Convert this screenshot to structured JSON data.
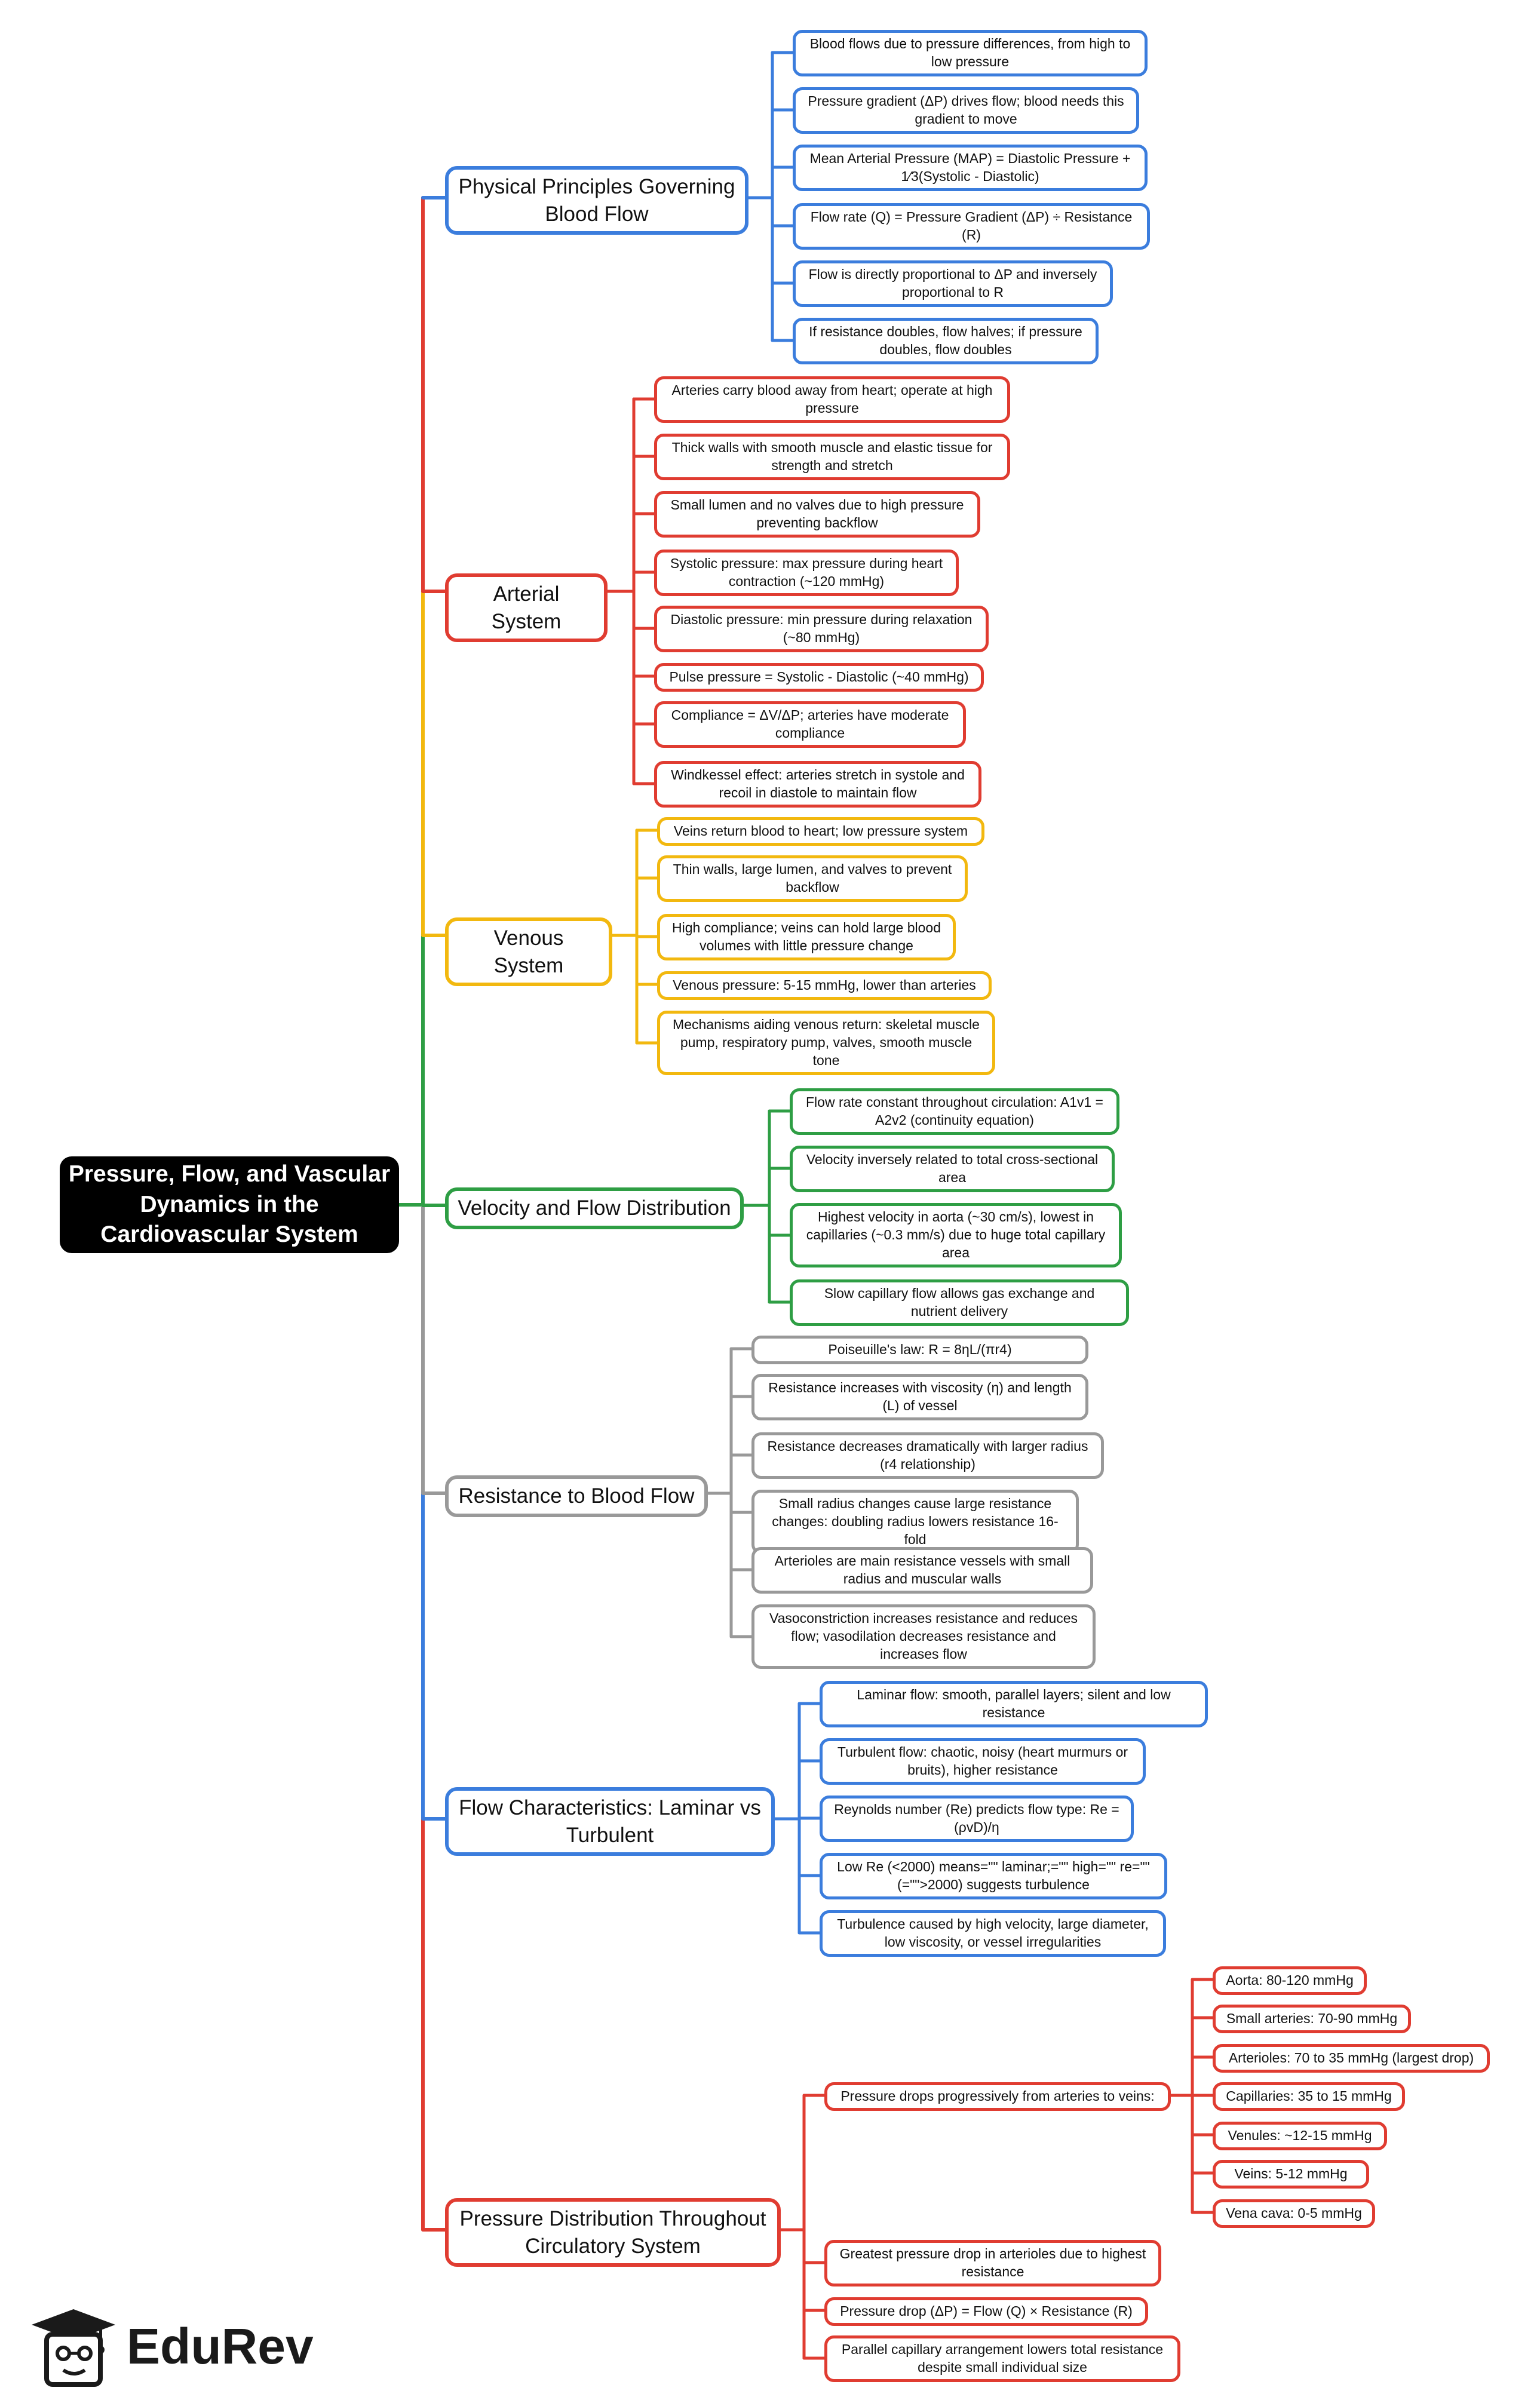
{
  "root": {
    "label": "Pressure, Flow, and Vascular Dynamics in the Cardiovascular System"
  },
  "colors": {
    "blue": "#3b7ddd",
    "red": "#e03c31",
    "yellow": "#f2b80f",
    "green": "#2e9e44",
    "gray": "#999999"
  },
  "branches": [
    {
      "id": "physical-principles",
      "color": "blue",
      "label": "Physical Principles Governing Blood Flow",
      "items": [
        "Blood flows due to pressure differences, from high to low pressure",
        "Pressure gradient (ΔP) drives flow; blood needs this gradient to move",
        "Mean Arterial Pressure (MAP) = Diastolic Pressure + 1⁄3(Systolic - Diastolic)",
        "Flow rate (Q) = Pressure Gradient (ΔP) ÷ Resistance (R)",
        "Flow is directly proportional to ΔP and inversely proportional to R",
        "If resistance doubles, flow halves; if pressure doubles, flow doubles"
      ]
    },
    {
      "id": "arterial-system",
      "color": "red",
      "label": "Arterial System",
      "items": [
        "Arteries carry blood away from heart; operate at high pressure",
        "Thick walls with smooth muscle and elastic tissue for strength and stretch",
        "Small lumen and no valves due to high pressure preventing backflow",
        "Systolic pressure: max pressure during heart contraction (~120 mmHg)",
        "Diastolic pressure: min pressure during relaxation (~80 mmHg)",
        "Pulse pressure = Systolic - Diastolic (~40 mmHg)",
        "Compliance = ΔV/ΔP; arteries have moderate compliance",
        "Windkessel effect: arteries stretch in systole and recoil in diastole to maintain flow"
      ]
    },
    {
      "id": "venous-system",
      "color": "yellow",
      "label": "Venous System",
      "items": [
        "Veins return blood to heart; low pressure system",
        "Thin walls, large lumen, and valves to prevent backflow",
        "High compliance; veins can hold large blood volumes with little pressure change",
        "Venous pressure: 5-15 mmHg, lower than arteries",
        "Mechanisms aiding venous return: skeletal muscle pump, respiratory pump, valves, smooth muscle tone"
      ]
    },
    {
      "id": "velocity-flow",
      "color": "green",
      "label": "Velocity and Flow Distribution",
      "items": [
        "Flow rate constant throughout circulation: A1v1 = A2v2 (continuity equation)",
        "Velocity inversely related to total cross-sectional area",
        "Highest velocity in aorta (~30 cm/s), lowest in capillaries (~0.3 mm/s) due to huge total capillary area",
        "Slow capillary flow allows gas exchange and nutrient delivery"
      ]
    },
    {
      "id": "resistance",
      "color": "gray",
      "label": "Resistance to Blood Flow",
      "items": [
        "Poiseuille's law: R = 8ηL/(πr4)",
        "Resistance increases with viscosity (η) and length (L) of vessel",
        "Resistance decreases dramatically with larger radius (r4 relationship)",
        "Small radius changes cause large resistance changes: doubling radius lowers resistance 16-fold",
        "Arterioles are main resistance vessels with small radius and muscular walls",
        "Vasoconstriction increases resistance and reduces flow; vasodilation decreases resistance and increases flow"
      ]
    },
    {
      "id": "flow-characteristics",
      "color": "blue",
      "label": "Flow Characteristics: Laminar vs Turbulent",
      "items": [
        "Laminar flow: smooth, parallel layers; silent and low resistance",
        "Turbulent flow: chaotic, noisy (heart murmurs or bruits), higher resistance",
        "Reynolds number (Re) predicts flow type: Re = (ρvD)/η",
        "Low Re (<2000) means=\"\" laminar;=\"\" high=\"\" re=\"\" (=\"\">2000) suggests turbulence",
        "Turbulence caused by high velocity, large diameter, low viscosity, or vessel irregularities"
      ]
    },
    {
      "id": "pressure-distribution",
      "color": "red",
      "label": "Pressure Distribution Throughout Circulatory System",
      "items": [
        "Pressure drops progressively from arteries to veins:",
        "Greatest pressure drop in arterioles due to highest resistance",
        "Pressure drop (ΔP) = Flow (Q) × Resistance (R)",
        "Parallel capillary arrangement lowers total resistance despite small individual size"
      ],
      "sub_items": [
        "Aorta: 80-120 mmHg",
        "Small arteries: 70-90 mmHg",
        "Arterioles: 70 to 35 mmHg (largest drop)",
        "Capillaries: 35 to 15 mmHg",
        "Venules: ~12-15 mmHg",
        "Veins: 5-12 mmHg",
        "Vena cava: 0-5 mmHg"
      ]
    }
  ],
  "logo": {
    "text": "EduRev"
  }
}
